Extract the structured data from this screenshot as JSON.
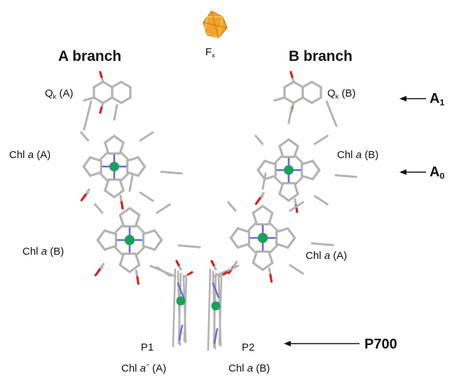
{
  "branches": {
    "a": "A branch",
    "b": "B branch"
  },
  "cluster": {
    "main": "F",
    "sub": "x"
  },
  "labels": {
    "qk_a": {
      "pre": "Q",
      "sub": "k",
      "post": " (A)"
    },
    "qk_b": {
      "pre": "Q",
      "sub": "k",
      "post": " (B)"
    },
    "chl_upper_left": {
      "pre": "Chl ",
      "ital": "a",
      "post": " (A)"
    },
    "chl_upper_right": {
      "pre": "Chl ",
      "ital": "a",
      "post": " (B)"
    },
    "chl_lower_left": {
      "pre": "Chl ",
      "ital": "a",
      "post": " (B)"
    },
    "chl_lower_right": {
      "pre": "Chl ",
      "ital": "a",
      "post": " (A)"
    },
    "p1": "P1",
    "p2": "P2",
    "chl_p1": {
      "pre": "Chl ",
      "ital": "a´",
      "post": " (A)"
    },
    "chl_p2": {
      "pre": "Chl ",
      "ital": "a",
      "post": " (B)"
    }
  },
  "annotations": {
    "a1": {
      "main": "A",
      "sub": "1"
    },
    "a0": {
      "main": "A",
      "sub": "0"
    },
    "p700": "P700"
  },
  "colors": {
    "carbon": "#b3b3b3",
    "oxygen": "#d62020",
    "nitrogen": "#6a6ad6",
    "magnesium": "#1aa05a",
    "iron_sulfur": "#e8961c"
  }
}
